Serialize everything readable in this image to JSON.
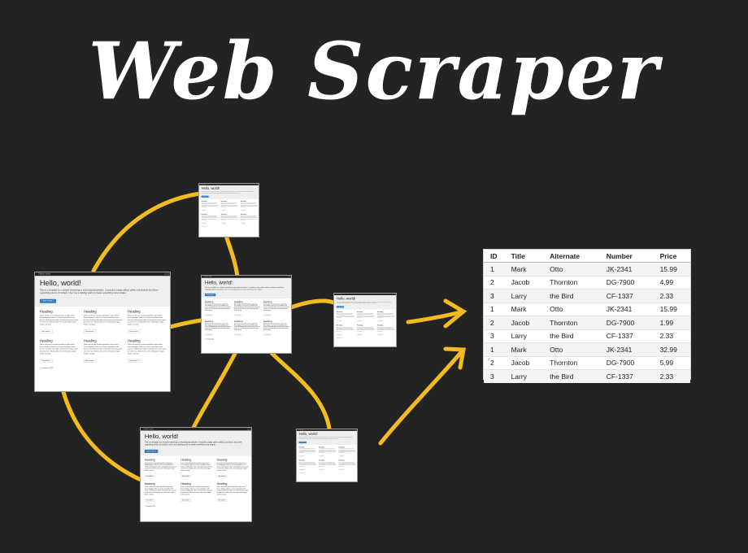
{
  "title": "Web Scraper",
  "colors": {
    "background": "#232323",
    "connector": "#f2bb20",
    "title": "#ffffff"
  },
  "site": {
    "brand": "Project name",
    "heading": "Hello, world!",
    "intro": "This is a template for a simple marketing or informational website. It includes a large callout called a jumbotron and three supporting pieces of content. Use it as a starting point to create something more unique.",
    "learn_more": "Learn more »",
    "section_heading": "Heading",
    "section_text": "Donec id elit non mi porta gravida at eget metus. Fusce dapibus, tellus ac cursus commodo, tortor mauris condimentum nibh, ut fermentum massa justo sit amet risus. Etiam porta sem malesuada magna mollis euismod.",
    "view_details": "View details »",
    "footer": "© Company 2014"
  },
  "results": {
    "headers": [
      "ID",
      "Title",
      "Alternate",
      "Number",
      "Price"
    ],
    "rows": [
      [
        "1",
        "Mark",
        "Otto",
        "JK-2341",
        "15.99"
      ],
      [
        "2",
        "Jacob",
        "Thornton",
        "DG-7900",
        "4.99"
      ],
      [
        "3",
        "Larry",
        "the Bird",
        "CF-1337",
        "2.33"
      ],
      [
        "1",
        "Mark",
        "Otto",
        "JK-2341",
        "15.99"
      ],
      [
        "2",
        "Jacob",
        "Thornton",
        "DG-7900",
        "1.99"
      ],
      [
        "3",
        "Larry",
        "the Bird",
        "CF-1337",
        "2.33"
      ],
      [
        "1",
        "Mark",
        "Otto",
        "JK-2341",
        "32.99"
      ],
      [
        "2",
        "Jacob",
        "Thornton",
        "DG-7900",
        "5.99"
      ],
      [
        "3",
        "Larry",
        "the Bird",
        "CF-1337",
        "2.33"
      ]
    ]
  }
}
